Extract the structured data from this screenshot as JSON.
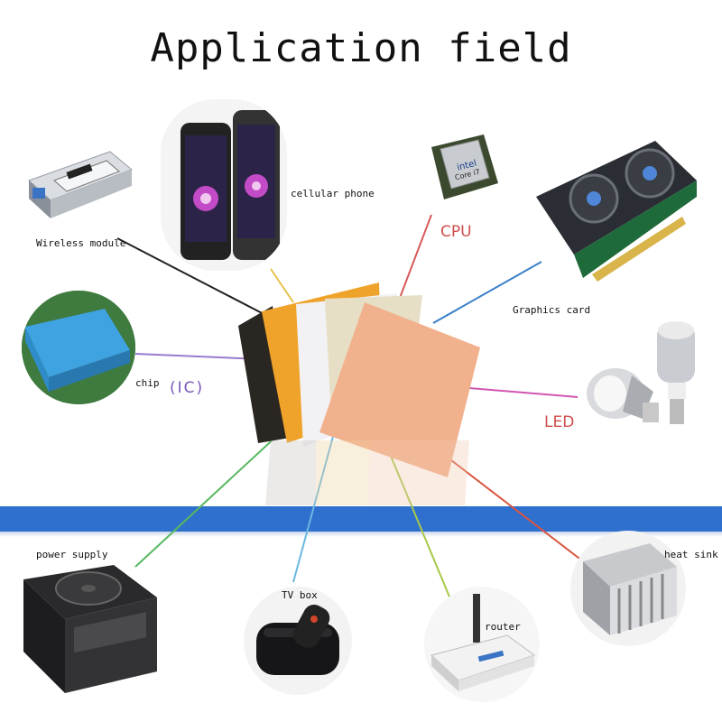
{
  "title": "Application field",
  "labels": {
    "wireless_module": "Wireless module",
    "cellular_phone": "cellular phone",
    "cpu": "CPU",
    "graphics_card": "Graphics card",
    "chip": "chip",
    "ic": "(IC)",
    "led": "LED",
    "power_supply": "power supply",
    "tv_box": "TV box",
    "router": "router",
    "heat_sink": "heat sink"
  },
  "colors": {
    "band": "#2f6fce",
    "accent_red": "#d04d4d",
    "sheet_black": "#2a2622",
    "sheet_orange": "#f0a32a",
    "sheet_white": "#f2f2f4",
    "sheet_beige": "#e6dfc6",
    "sheet_pink": "#f2b18d"
  },
  "icons": {
    "module": "tp-link-sfp-module",
    "phone": "smartphone-pair",
    "cpu": "intel-core-i7-cpu",
    "gpu": "graphics-card",
    "chip": "blue-thermal-pad-chip",
    "led": "led-bulbs",
    "psu": "power-supply-unit",
    "tvbox": "tv-box",
    "router": "wifi-router",
    "heatsink": "heat-sink"
  }
}
